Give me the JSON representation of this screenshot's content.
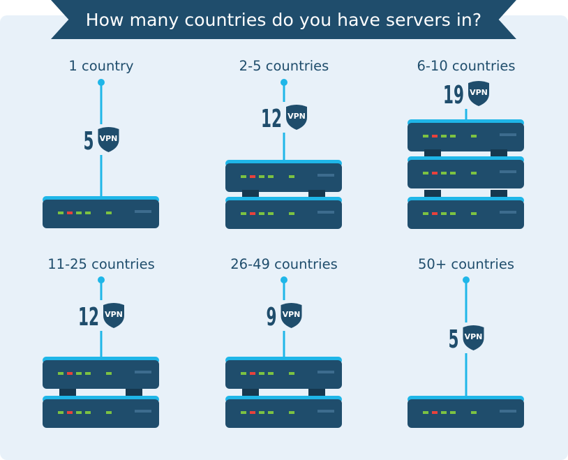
{
  "title": "How many countries do you have servers in?",
  "colors": {
    "navy": "#1f4d6c",
    "cyan": "#1fb6e8",
    "panel": "#e8f1f9",
    "led_green": "#7cc242",
    "led_red": "#e8413c"
  },
  "groups": [
    {
      "label": "1 country",
      "count": "5",
      "servers": 1
    },
    {
      "label": "2-5 countries",
      "count": "12",
      "servers": 2
    },
    {
      "label": "6-10 countries",
      "count": "19",
      "servers": 3
    },
    {
      "label": "11-25 countries",
      "count": "12",
      "servers": 2
    },
    {
      "label": "26-49 countries",
      "count": "9",
      "servers": 2
    },
    {
      "label": "50+ countries",
      "count": "5",
      "servers": 1
    }
  ],
  "badge_text": "VPN"
}
